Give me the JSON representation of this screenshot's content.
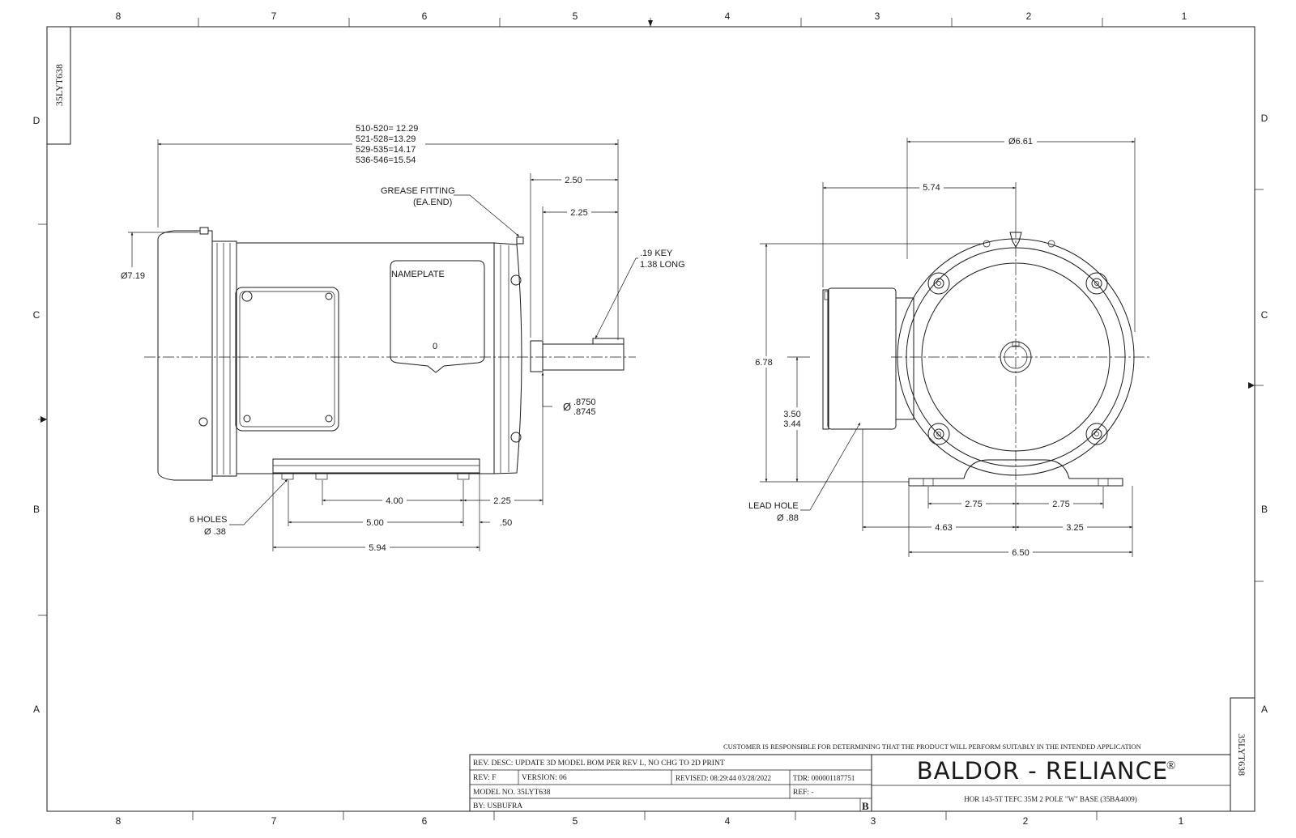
{
  "drawing_id": "35LYT638",
  "zones": {
    "columns": [
      "8",
      "7",
      "6",
      "5",
      "4",
      "3",
      "2",
      "1"
    ],
    "rows": [
      "D",
      "C",
      "B",
      "A"
    ]
  },
  "side_view": {
    "length_lines": [
      "510-520= 12.29",
      "521-528=13.29",
      "529-535=14.17",
      "536-546=15.54"
    ],
    "grease_fitting": [
      "GREASE FITTING",
      "(EA.END)"
    ],
    "dim_250": "2.50",
    "dim_225_top": "2.25",
    "key": [
      ".19 KEY",
      "1.38 LONG"
    ],
    "diameter_719": "Ø7.19",
    "nameplate": "NAMEPLATE",
    "nameplate_o": "0",
    "shaft_dia_prefix": "Ø",
    "shaft_dia_1": ".8750",
    "shaft_dia_2": ".8745",
    "holes": [
      "6 HOLES",
      "Ø .38"
    ],
    "dim_400": "4.00",
    "dim_225_bottom": "2.25",
    "dim_500": "5.00",
    "dim_050": ".50",
    "dim_594": "5.94"
  },
  "end_view": {
    "dia_661": "Ø6.61",
    "dim_574": "5.74",
    "dim_678": "6.78",
    "dim_350": "3.50",
    "dim_344": "3.44",
    "lead_hole": [
      "LEAD HOLE",
      "Ø .88"
    ],
    "dim_275_left": "2.75",
    "dim_275_right": "2.75",
    "dim_463": "4.63",
    "dim_325": "3.25",
    "dim_650": "6.50"
  },
  "title_block": {
    "disclaimer": "CUSTOMER IS RESPONSIBLE FOR DETERMINING THAT THE PRODUCT WILL PERFORM SUITABLY IN THE INTENDED APPLICATION",
    "rev_desc": "REV. DESC: UPDATE 3D MODEL BOM PER REV L, NO CHG TO 2D PRINT",
    "rev": "REV:  F",
    "version": "VERSION:  06",
    "revised": "REVISED:  08:29:44 03/28/2022",
    "tdr": "TDR: 000001187751",
    "model_no": "MODEL NO.  35LYT638",
    "ref": "REF:  -",
    "by": "BY: USBUFRA",
    "sheet_size": "B",
    "brand": "BALDOR - RELIANCE",
    "registered": "®",
    "description": "HOR 143-5T TEFC 35M 2 POLE \"W\" BASE (35BA4009)"
  }
}
